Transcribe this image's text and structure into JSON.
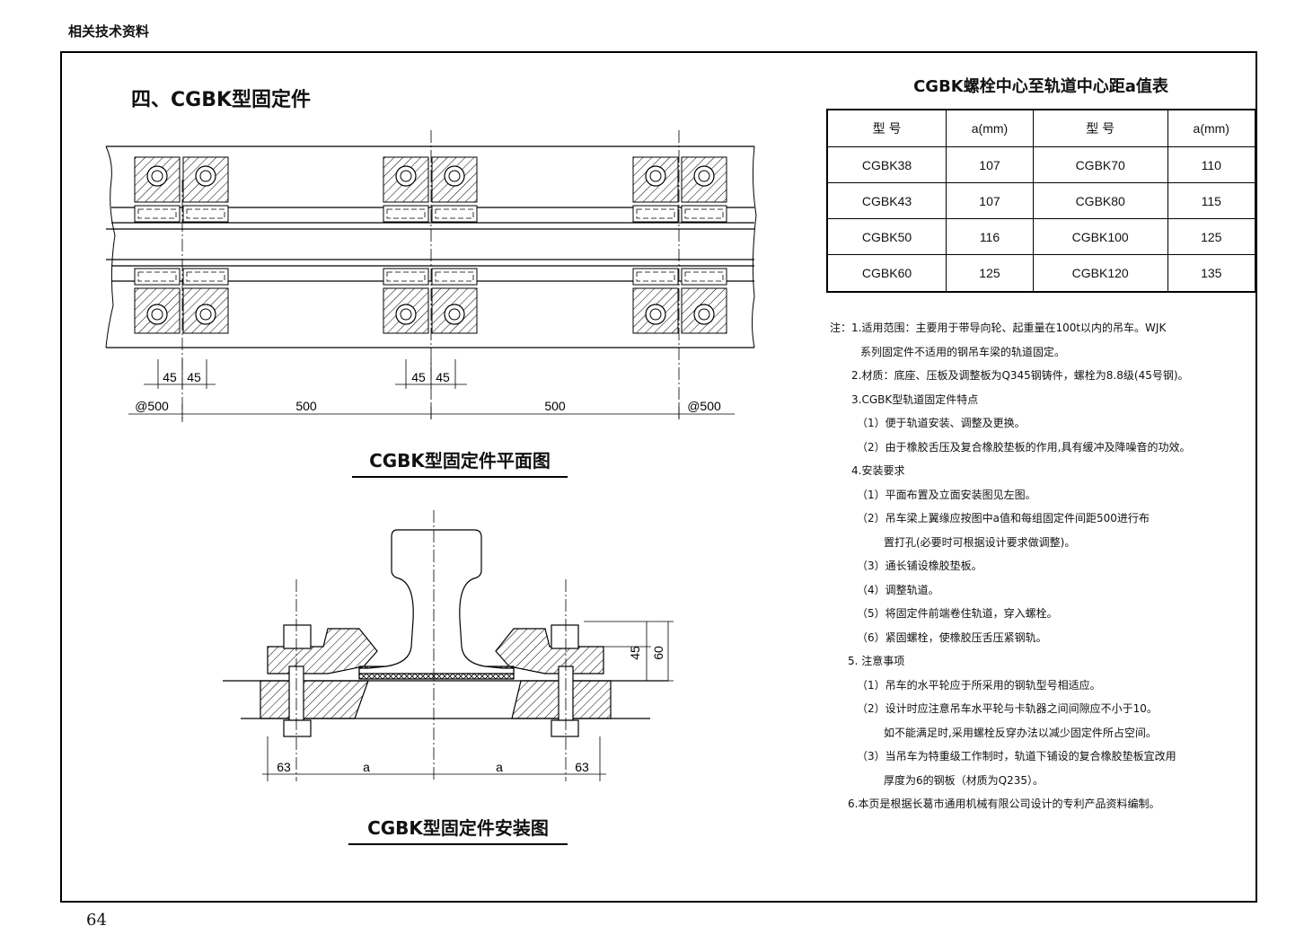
{
  "header": "相关技术资料",
  "page_number": "64",
  "section_title": "四、CGBK型固定件",
  "plan": {
    "caption": "CGBK型固定件平面图",
    "dims": {
      "d45": "45",
      "left_spacing": "@500",
      "mid1": "500",
      "mid2": "500",
      "right_spacing": "@500"
    }
  },
  "install": {
    "caption": "CGBK型固定件安装图",
    "dims": {
      "d63": "63",
      "a": "a",
      "d45": "45",
      "d60": "60"
    }
  },
  "table": {
    "title": "CGBK螺栓中心至轨道中心距a值表",
    "headers": [
      "型 号",
      "a(mm)",
      "型 号",
      "a(mm)"
    ],
    "rows": [
      [
        "CGBK38",
        "107",
        "CGBK70",
        "110"
      ],
      [
        "CGBK43",
        "107",
        "CGBK80",
        "115"
      ],
      [
        "CGBK50",
        "116",
        "CGBK100",
        "125"
      ],
      [
        "CGBK60",
        "125",
        "CGBK120",
        "135"
      ]
    ]
  },
  "notes": [
    "注：1.适用范围：主要用于带导向轮、起重量在100t以内的吊车。WJK",
    "系列固定件不适用的钢吊车梁的轨道固定。",
    "2.材质：底座、压板及调整板为Q345钢铸件，螺栓为8.8级(45号钢)。",
    "3.CGBK型轨道固定件特点",
    "（1）便于轨道安装、调整及更换。",
    "（2）由于橡胶舌压及复合橡胶垫板的作用,具有缓冲及降噪音的功效。",
    "4.安装要求",
    "（1）平面布置及立面安装图见左图。",
    "（2）吊车梁上翼缘应按图中a值和每组固定件间距500进行布",
    "置打孔(必要时可根据设计要求做调整)。",
    "（3）通长铺设橡胶垫板。",
    "（4）调整轨道。",
    "（5）将固定件前端卷住轨道，穿入螺栓。",
    "（6）紧固螺栓，使橡胶压舌压紧钢轨。",
    "5. 注意事项",
    "（1）吊车的水平轮应于所采用的钢轨型号相适应。",
    "（2）设计时应注意吊车水平轮与卡轨器之间间隙应不小于10。",
    "如不能满足时,采用螺栓反穿办法以减少固定件所占空间。",
    "（3）当吊车为特重级工作制时，轨道下铺设的复合橡胶垫板宜改用",
    "厚度为6的钢板（材质为Q235）。",
    "6.本页是根据长葛市通用机械有限公司设计的专利产品资料编制。"
  ]
}
